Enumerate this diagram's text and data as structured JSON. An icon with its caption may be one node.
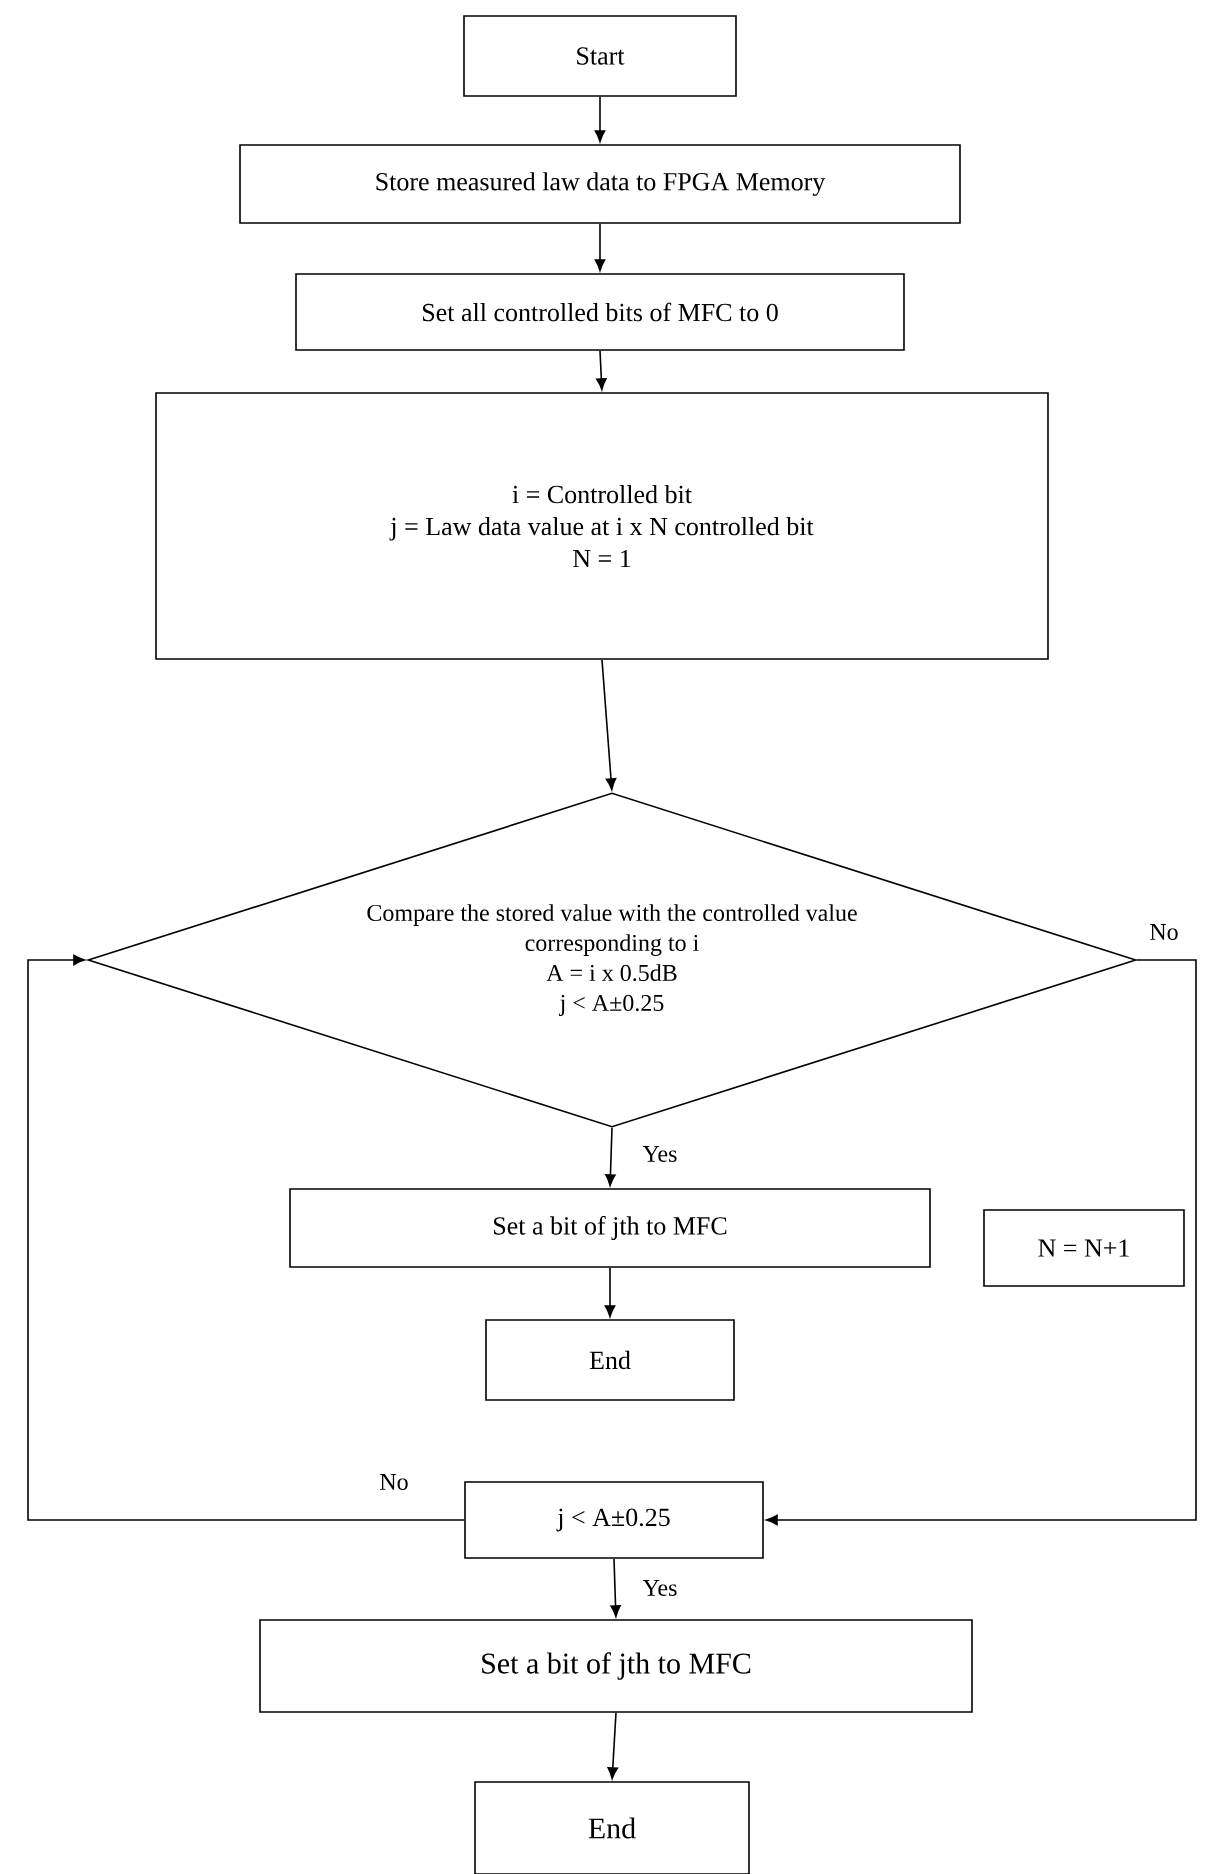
{
  "diagram": {
    "nodes": [
      {
        "text": [
          "Start"
        ]
      },
      {
        "text": [
          "Store measured law data to FPGA Memory"
        ]
      },
      {
        "text": [
          "Set all controlled bits of MFC to 0"
        ]
      },
      {
        "text": [
          "i = Controlled bit",
          "j = Law data value at i x N controlled bit",
          "N = 1"
        ]
      },
      {
        "text": [
          "Compare the stored value with the controlled value corresponding to i",
          "A = i x 0.5dB",
          "j < A±0.25"
        ]
      },
      {
        "text": [
          "Set a bit of jth to MFC"
        ]
      },
      {
        "text": [
          "End"
        ]
      },
      {
        "text": [
          "N = N+1"
        ]
      },
      {
        "text": [
          "j < A±0.25"
        ]
      },
      {
        "text": [
          "Set a bit of jth to MFC"
        ]
      },
      {
        "text": [
          "End"
        ]
      }
    ],
    "edges": [
      {
        "from": 0,
        "to": 1,
        "arrow": "to"
      },
      {
        "from": 1,
        "to": 2,
        "arrow": "to"
      },
      {
        "from": 2,
        "to": 3,
        "arrow": "to"
      },
      {
        "from": 3,
        "to": 4,
        "arrow": "to"
      },
      {
        "from": 4,
        "to": 5,
        "arrow": "to",
        "label": "Yes"
      },
      {
        "from": 5,
        "to": 6,
        "arrow": "to"
      },
      {
        "from": 4,
        "to": 8,
        "arrow": "to",
        "label": "No"
      },
      {
        "from": 8,
        "to": 4,
        "arrow": "to",
        "label": "No"
      },
      {
        "from": 8,
        "to": 9,
        "arrow": "to",
        "label": "Yes"
      },
      {
        "from": 9,
        "to": 10,
        "arrow": "to"
      }
    ]
  }
}
